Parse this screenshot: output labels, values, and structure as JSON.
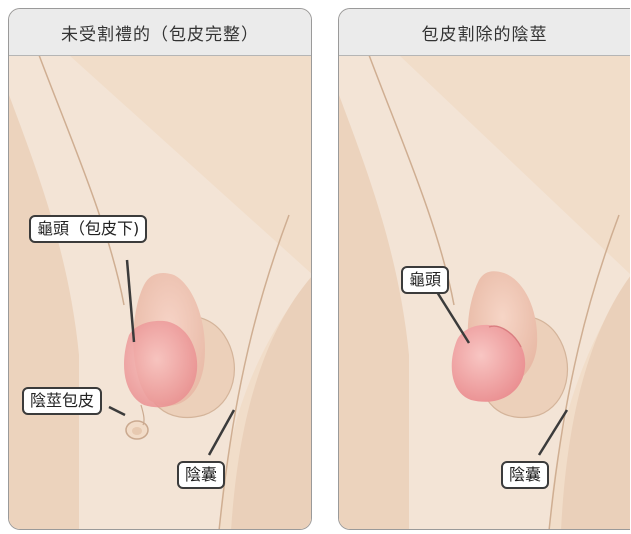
{
  "panels": [
    {
      "title": "未受割禮的（包皮完整）",
      "labels": {
        "glans": "龜頭（包皮下)",
        "foreskin": "陰莖包皮",
        "scrotum": "陰囊"
      }
    },
    {
      "title": "包皮割除的陰莖",
      "labels": {
        "glans": "龜頭",
        "scrotum": "陰囊"
      }
    }
  ],
  "colors": {
    "skin": "#f1ddc9",
    "skin_shadow": "#e2c3a7",
    "glans": "#f2a7a5",
    "outline": "#3b3b3b",
    "header_bg": "#ebebeb"
  }
}
